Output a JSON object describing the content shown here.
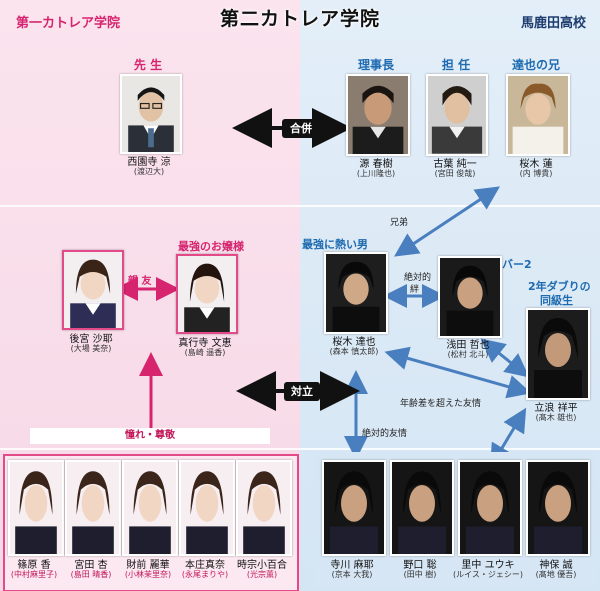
{
  "header": {
    "title": "第二カトレア学院",
    "left_school": "第一カトレア学院",
    "right_school": "馬鹿田高校"
  },
  "badges": {
    "merge": "合併",
    "confront": "対立"
  },
  "admire_label": "憧れ・尊敬",
  "callouts": {
    "strongest_lady": "最強のお嬢様",
    "hottest_man": "最強に熱い男",
    "number_two": "ナンバー2",
    "repeat_line1": "2年ダブりの",
    "repeat_line2": "同級生"
  },
  "relations": {
    "best_friend": "親 友",
    "brothers": "兄弟",
    "absolute_bond_line1": "絶対的",
    "absolute_bond_line2": "絆",
    "age_friendship": "年齢差を超えた友情",
    "absolute_friendship": "絶対的友情"
  },
  "people": {
    "sensei": {
      "role": "先 生",
      "name": "西園寺 涼",
      "actor": "(渡辺大)"
    },
    "rijicho": {
      "role": "理事長",
      "name": "源 春樹",
      "actor": "(上川隆也)"
    },
    "tannin": {
      "role": "担 任",
      "name": "古葉 純一",
      "actor": "(宮田 俊哉)"
    },
    "brother": {
      "role": "達也の兄",
      "name": "桜木 蓮",
      "actor": "(内 博貴)"
    },
    "sayaka": {
      "name": "後宮 沙耶",
      "actor": "(大場 美奈)"
    },
    "fumie": {
      "name": "真行寺 文恵",
      "actor": "(島崎 遥香)"
    },
    "tatsuya": {
      "name": "桜木 達也",
      "actor": "(森本 慎太郎)"
    },
    "tetsuya": {
      "name": "浅田 哲也",
      "actor": "(松村 北斗)"
    },
    "shohei": {
      "name": "立浪 祥平",
      "actor": "(髙木 雄也)"
    }
  },
  "girls": [
    {
      "name": "篠原 香",
      "actor": "(中村麻里子)"
    },
    {
      "name": "宮田 杏",
      "actor": "(島田 晴香)"
    },
    {
      "name": "財前 麗華",
      "actor": "(小林茉里奈)"
    },
    {
      "name": "本庄真奈",
      "actor": "(永尾まりや)"
    },
    {
      "name": "時宗小百合",
      "actor": "(光宗薫)"
    }
  ],
  "boys": [
    {
      "name": "寺川 麻耶",
      "actor": "(京本 大我)"
    },
    {
      "name": "野口 聡",
      "actor": "(田中 樹)"
    },
    {
      "name": "里中 ユウキ",
      "actor": "(ルイス・ジェシー)"
    },
    {
      "name": "神保 誠",
      "actor": "(髙地 優吾)"
    }
  ],
  "colors": {
    "pink": "#d6246e",
    "blue": "#1e6bb0",
    "navy": "#1d3d70"
  }
}
